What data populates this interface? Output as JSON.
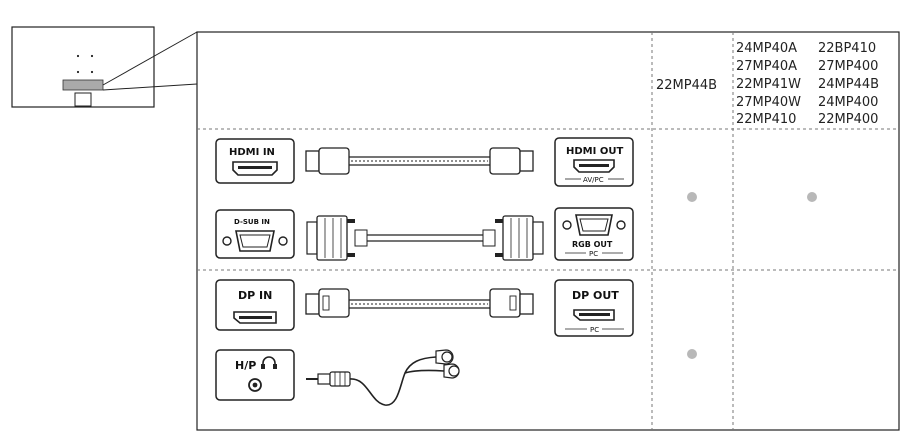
{
  "diagram": {
    "monitor_models_narrow": "22MP44B",
    "monitor_models_wide": [
      [
        "24MP40A",
        "22BP410"
      ],
      [
        "27MP40A",
        "27MP400"
      ],
      [
        "22MP41W",
        "24MP44B"
      ],
      [
        "27MP40W",
        "24MP400"
      ],
      [
        "22MP410",
        "22MP400"
      ]
    ],
    "ports": {
      "hdmi_in": "HDMI IN",
      "hdmi_out": "HDMI OUT",
      "hdmi_out_sub": "AV/PC",
      "dsub_in": "D-SUB IN",
      "rgb_out": "RGB OUT",
      "rgb_out_sub": "PC",
      "dp_in": "DP IN",
      "dp_out": "DP OUT",
      "dp_out_sub": "PC",
      "hp": "H/P"
    },
    "support_marks": {
      "group_hdmi_dsub": {
        "narrow": true,
        "wide": true
      },
      "group_dp_hp": {
        "narrow": true,
        "wide": false
      }
    },
    "colors": {
      "line": "#222222",
      "dot": "#b8b8b8",
      "divider": "#777777"
    }
  }
}
